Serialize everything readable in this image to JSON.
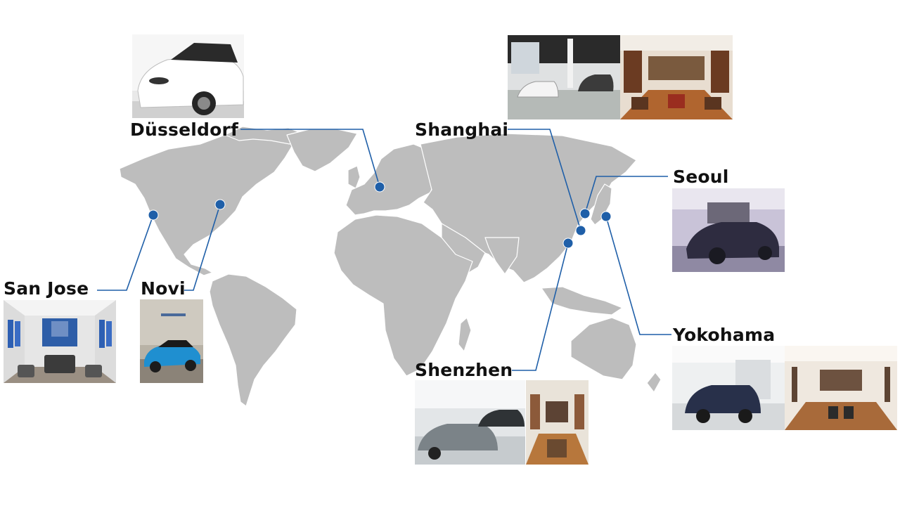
{
  "colors": {
    "land": "#bdbdbd",
    "marker": "#1f5fa8",
    "line": "#1f5fa8",
    "text": "#111111"
  },
  "locations": [
    {
      "id": "san-jose",
      "name": "San Jose",
      "photos": [
        "listening-room-photo"
      ]
    },
    {
      "id": "novi",
      "name": "Novi",
      "photos": [
        "blue-suv-showroom-photo"
      ]
    },
    {
      "id": "dusseldorf",
      "name": "Düsseldorf",
      "photos": [
        "white-ev-photo"
      ]
    },
    {
      "id": "shanghai",
      "name": "Shanghai",
      "photos": [
        "car-showroom-photo",
        "listening-room-photo"
      ]
    },
    {
      "id": "seoul",
      "name": "Seoul",
      "photos": [
        "dark-sedan-studio-photo"
      ]
    },
    {
      "id": "shenzhen",
      "name": "Shenzhen",
      "photos": [
        "car-showroom-photo",
        "listening-room-photo"
      ]
    },
    {
      "id": "yokohama",
      "name": "Yokohama",
      "photos": [
        "dark-suv-studio-photo",
        "listening-room-photo"
      ]
    }
  ]
}
